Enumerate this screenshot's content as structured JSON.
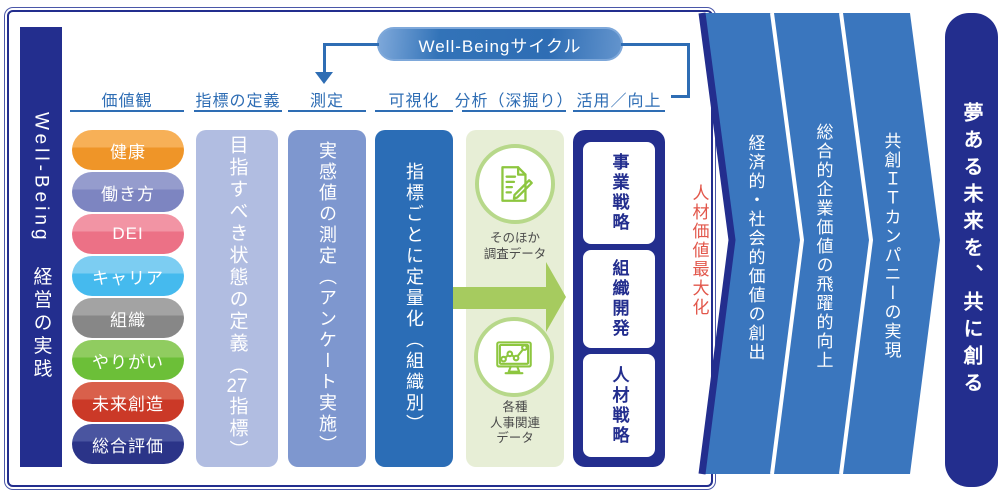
{
  "left_bar": {
    "label": "Well-Being　経営の実践"
  },
  "cycle": {
    "label": "Well-Beingサイクル"
  },
  "headers": {
    "values": "価値観",
    "definition": "指標の定義",
    "measure": "測定",
    "visualize": "可視化",
    "analyze": "分析（深掘り）",
    "utilize": "活用／向上"
  },
  "value_pills": [
    {
      "label": "健康",
      "light": "#f7b057",
      "base": "#ef9528"
    },
    {
      "label": "働き方",
      "light": "#959ccd",
      "base": "#7d85c1"
    },
    {
      "label": "DEI",
      "light": "#f294a4",
      "base": "#ec7186"
    },
    {
      "label": "キャリア",
      "light": "#7ccdf2",
      "base": "#45baee"
    },
    {
      "label": "組織",
      "light": "#a3a3a3",
      "base": "#878787"
    },
    {
      "label": "やりがい",
      "light": "#90cc60",
      "base": "#6cbf38"
    },
    {
      "label": "未来創造",
      "light": "#d9604b",
      "base": "#cb3927"
    },
    {
      "label": "総合評価",
      "light": "#4a55a0",
      "base": "#2b3488"
    }
  ],
  "process_boxes": {
    "definition": {
      "pre": "目指すべき状態の定義（",
      "number": "27",
      "post": "指標）"
    },
    "measure": "実感値の測定（アンケート実施）",
    "visualize": "指標ごとに定量化（組織別）"
  },
  "analysis": {
    "top_label": "そのほか\n調査データ",
    "bottom_label": "各種\n人事関連\nデータ"
  },
  "strategy_boxes": [
    {
      "label": "事業戦略"
    },
    {
      "label": "組織開発"
    },
    {
      "label": "人材戦略"
    }
  ],
  "outcome": {
    "label": "人材価値最大化"
  },
  "chevrons": [
    {
      "label": "経済的・社会的価値の創出"
    },
    {
      "label": "総合的企業価値の飛躍的向上"
    },
    {
      "label": "共創ＩＴカンパニーの実現"
    }
  ],
  "right_bar": {
    "label": "夢ある未来を、共に創る"
  },
  "colors": {
    "navy": "#232e8e",
    "accent_blue": "#2e6db4",
    "chevron_blue": "#3a76be",
    "definition_box": "#b1bde1",
    "measure_box": "#7e97cf",
    "visualize_box": "#2b6db6",
    "analysis_bg": "#e7eed6",
    "icon_green": "#8dc63f",
    "arrow_green": "#a6cb5f",
    "red_text": "#e2574b"
  }
}
